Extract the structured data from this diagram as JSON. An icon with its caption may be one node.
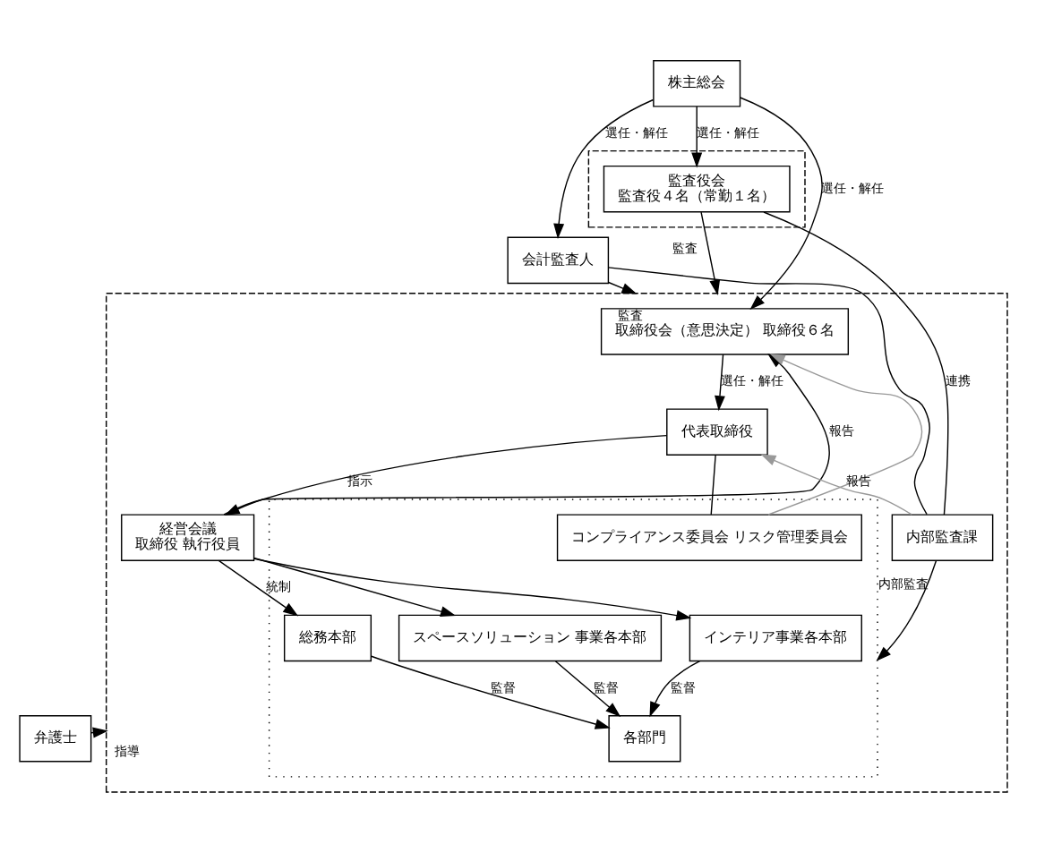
{
  "diagram": {
    "nodes": [
      {
        "text": [
          "株主総会"
        ]
      },
      {
        "text": [],
        "shape": "box"
      },
      {
        "text": [
          "監査役会",
          "監査役４名（常勤１名）"
        ],
        "in": 1
      },
      {
        "text": [],
        "shape": "box"
      },
      {
        "text": [
          "取締役会（意思決定） 取締役６名"
        ],
        "in": 3
      },
      {
        "text": [
          "会計監査人"
        ]
      },
      {
        "text": [
          "代表取締役"
        ],
        "in": 3
      },
      {
        "text": [
          "経営会議",
          "取締役 執行役員"
        ],
        "in": 3
      },
      {
        "text": [],
        "shape": "box",
        "in": 3
      },
      {
        "text": [
          "コンプライアンス委員会 リスク管理委員会"
        ],
        "in": 8
      },
      {
        "text": [
          "内部監査課"
        ],
        "in": 3
      },
      {
        "text": [
          "総務本部"
        ],
        "in": 8
      },
      {
        "text": [
          "インテリア事業各本部"
        ],
        "in": 8
      },
      {
        "text": [
          "スペースソリューション 事業各本部"
        ],
        "in": 8
      },
      {
        "text": [
          "各部門"
        ],
        "in": 8
      },
      {
        "text": [
          "弁護士"
        ]
      }
    ],
    "edges": [
      {
        "from": 0,
        "to": 5,
        "arrow": "to",
        "label": "選任・解任"
      },
      {
        "from": 0,
        "to": 2,
        "arrow": "to",
        "label": "選任・解任"
      },
      {
        "from": 0,
        "to": 4,
        "arrow": "to",
        "label": "選任・解任"
      },
      {
        "from": 2,
        "to": 3,
        "arrow": "to",
        "label": "監査"
      },
      {
        "from": 5,
        "to": 3,
        "arrow": "to",
        "label": "監査"
      },
      {
        "from": 4,
        "to": 6,
        "arrow": "to",
        "label": "選任・解任"
      },
      {
        "from": 6,
        "to": 7,
        "arrow": "to",
        "label": "指示"
      },
      {
        "from": 10,
        "to": 6,
        "arrow": "to",
        "label": "報告",
        "color": "#999999"
      },
      {
        "from": 9,
        "to": 4,
        "arrow": "to",
        "color": "#999999"
      },
      {
        "from": 7,
        "to": 4,
        "arrow": "to",
        "label": "報告"
      },
      {
        "from": 6,
        "to": 9,
        "arrow": "none"
      },
      {
        "from": 10,
        "to": 2,
        "arrow": "none",
        "label": "連携"
      },
      {
        "from": 10,
        "to": 5,
        "arrow": "none"
      },
      {
        "from": 7,
        "to": 11,
        "arrow": "to",
        "label": "統制"
      },
      {
        "from": 7,
        "to": 12,
        "arrow": "to"
      },
      {
        "from": 7,
        "to": 13,
        "arrow": "to"
      },
      {
        "from": 11,
        "to": 14,
        "arrow": "to",
        "label": "監督"
      },
      {
        "from": 12,
        "to": 14,
        "arrow": "to",
        "label": "監督"
      },
      {
        "from": 13,
        "to": 14,
        "arrow": "to",
        "label": "監督"
      },
      {
        "from": 10,
        "to": 8,
        "arrow": "to",
        "label": "内部監査"
      },
      {
        "from": 15,
        "to": 3,
        "arrow": "to",
        "label": "指導"
      }
    ]
  }
}
